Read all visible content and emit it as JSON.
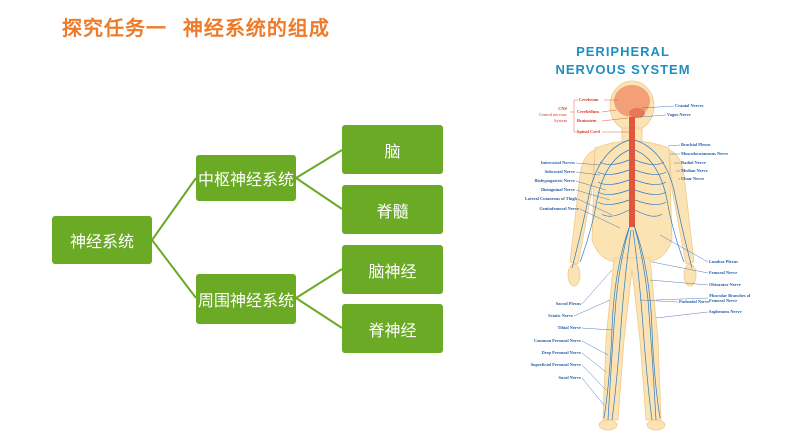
{
  "page_title": "探究任务一  神经系统的组成",
  "tree": {
    "root": "神经系统",
    "cns": "中枢神经系统",
    "pns": "周围神经系统",
    "brain": "脑",
    "spinal_cord": "脊髓",
    "cranial_nerves": "脑神经",
    "spinal_nerves": "脊神经"
  },
  "figure": {
    "title_line1": "PERIPHERAL",
    "title_line2": "NERVOUS SYSTEM",
    "cns_label": "CNS",
    "cns_sub1": "Central nervous",
    "cns_sub2": "System",
    "cns_items": [
      "Cerebrum",
      "Cerebellum",
      "Brainstem",
      "Spinal Cord"
    ],
    "right_labels": [
      "Cranial Nerves",
      "Vagus Nerve",
      "Brachial Plexus",
      "Musculocutaneous Nerve",
      "Radial Nerve",
      "Median Nerve",
      "Ulnar Nerve",
      "Lumbar Plexus",
      "Femoral Nerve",
      "Obturator Nerve",
      "Pudendal Nerve",
      "Muscular Branches of Femoral Nerve",
      "Saphenous Nerve"
    ],
    "left_labels": [
      "Intercostal Nerves",
      "Subcostal Nerve",
      "Iliohypogastric Nerve",
      "Ilioinguinal Nerve",
      "Lateral Cutaneous of Thigh",
      "Genitofemoral Nerve",
      "Sacral Plexus",
      "Sciatic Nerve",
      "Tibial Nerve",
      "Common Peroneal Nerve",
      "Deep Peroneal Nerve",
      "Superficial Peroneal Nerve",
      "Sural Nerve"
    ]
  },
  "colors": {
    "title": "#ee7b2a",
    "node": "#6aaa25",
    "node_text": "#ffffff",
    "figure_title": "#1d8fc4"
  }
}
